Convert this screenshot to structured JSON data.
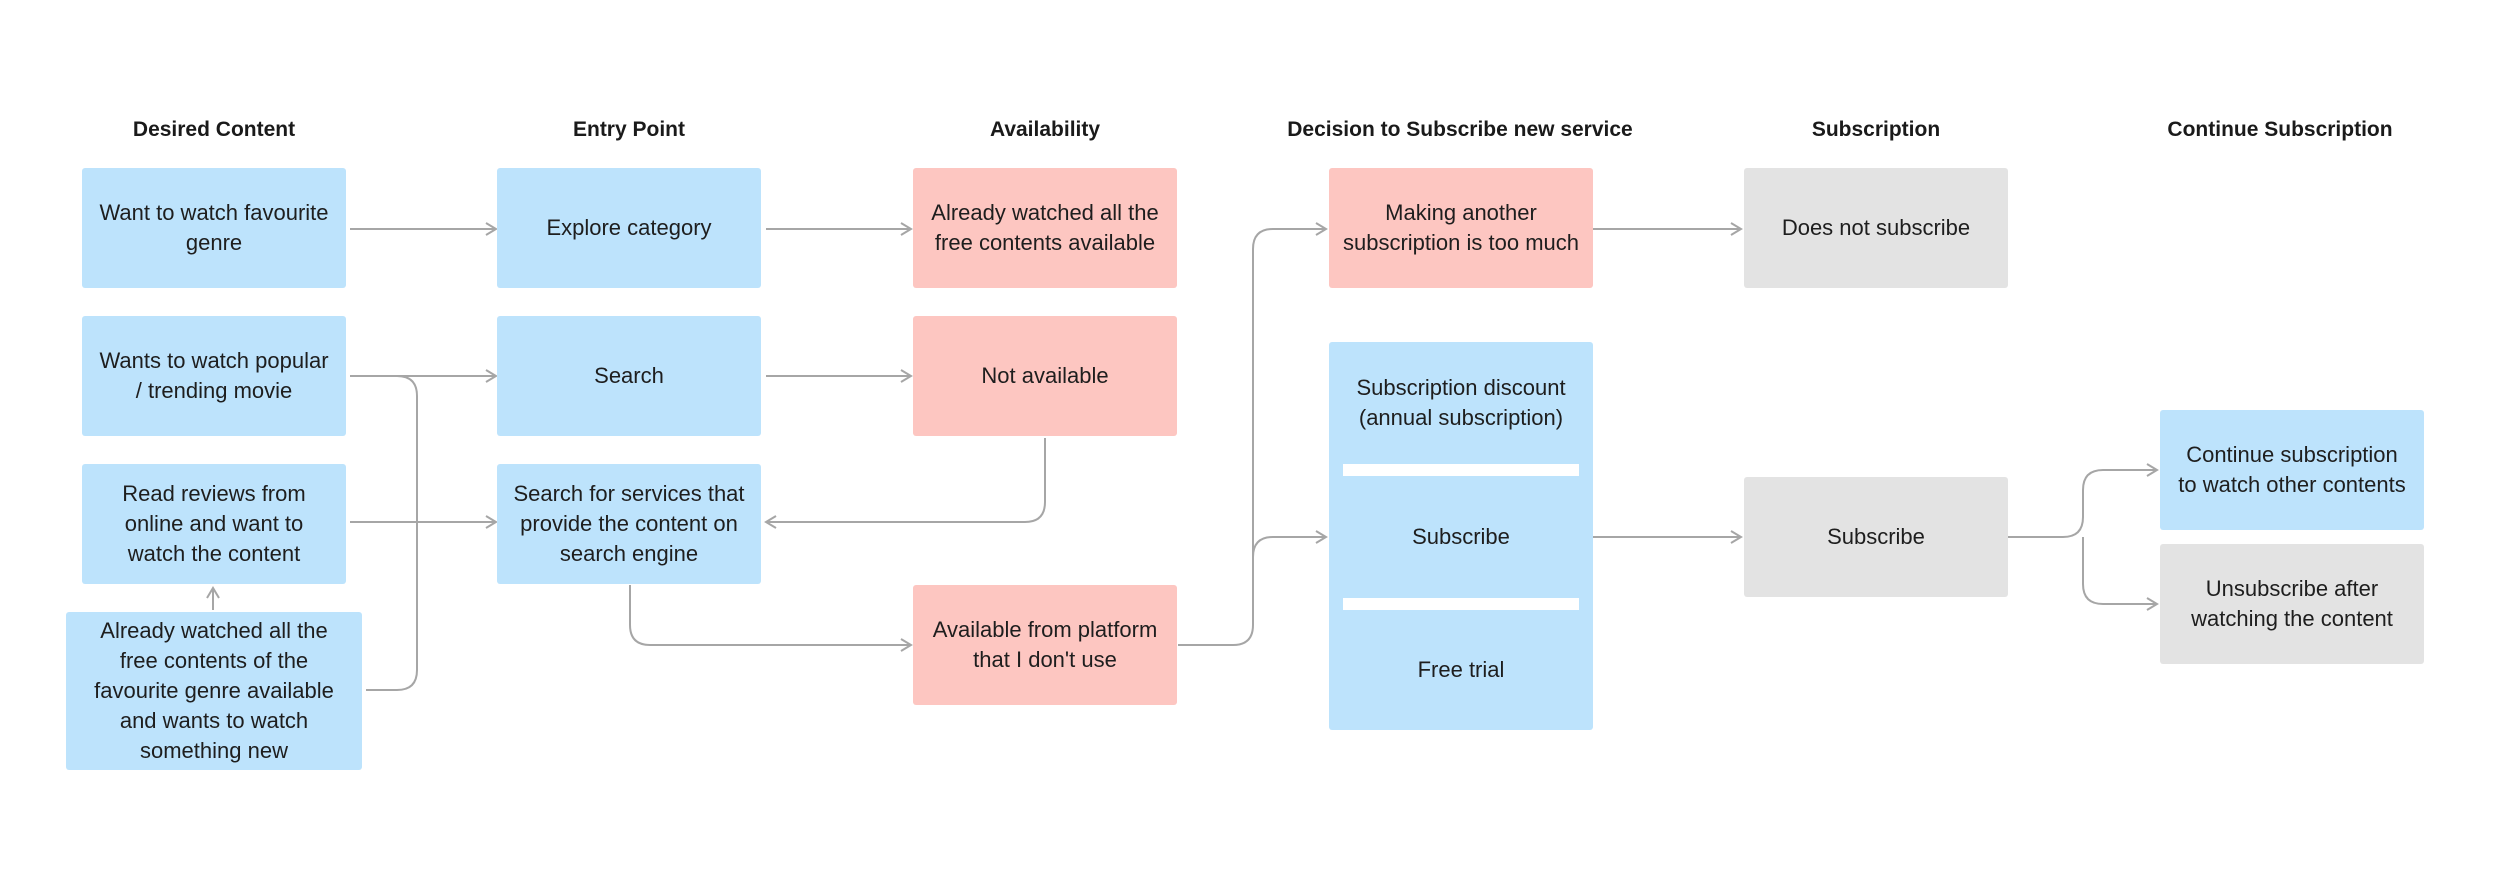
{
  "colors": {
    "blue": "#bde3fc",
    "red": "#fdc6c1",
    "grey": "#e3e3e3",
    "connector": "#a6a6a6"
  },
  "columns": {
    "desired_content": "Desired Content",
    "entry_point": "Entry Point",
    "availability": "Availability",
    "decision": "Decision to Subscribe new service",
    "subscription": "Subscription",
    "continue": "Continue Subscription"
  },
  "desired_content": {
    "favourite_genre": "Want to watch favourite genre",
    "popular_movie": "Wants to watch popular / trending movie",
    "read_reviews": "Read reviews from online and want to watch the content",
    "watched_all": "Already watched all the free contents of the favourite genre available and wants to watch something new"
  },
  "entry_point": {
    "explore_category": "Explore category",
    "search": "Search",
    "search_engine": "Search for services that provide the content on search engine"
  },
  "availability": {
    "watched_free": "Already watched all the free contents available",
    "not_available": "Not available",
    "other_platform": "Available from platform that I don't use"
  },
  "decision": {
    "too_much": "Making another subscription is too much",
    "discount": "Subscription discount (annual subscription)",
    "subscribe": "Subscribe",
    "free_trial": "Free trial"
  },
  "subscription": {
    "not_subscribe": "Does not subscribe",
    "subscribe": "Subscribe"
  },
  "continue": {
    "continue_other": "Continue subscription to watch other contents",
    "unsubscribe": "Unsubscribe after watching the content"
  }
}
